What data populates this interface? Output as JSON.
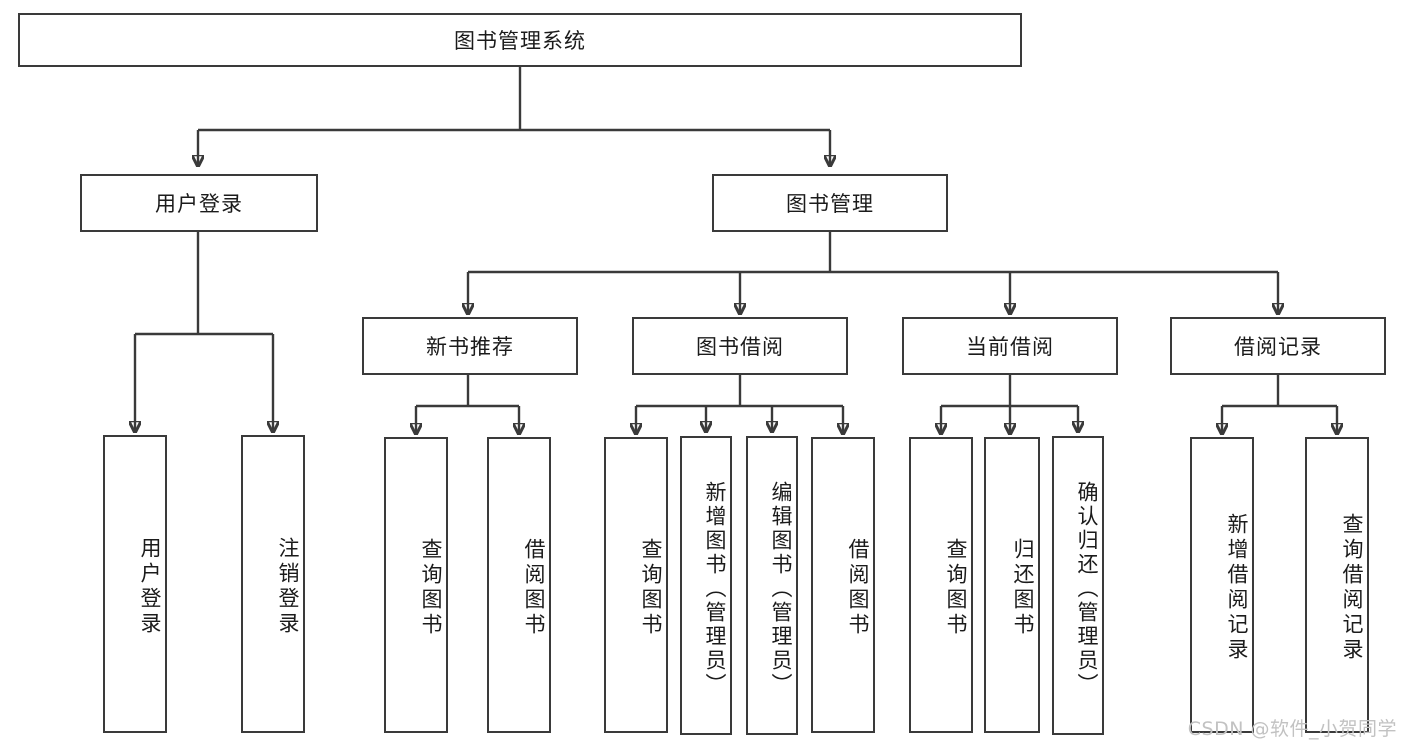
{
  "diagram": {
    "title": "图书管理系统",
    "type": "tree-hierarchy-chart",
    "watermark": "CSDN @软件_小贺同学",
    "colors": {
      "stroke": "#3a3a3a",
      "text": "#1b1b1b",
      "background": "#ffffff",
      "watermark": "#c2c2c2"
    },
    "root": {
      "label": "图书管理系统"
    },
    "level2": [
      {
        "label": "用户登录"
      },
      {
        "label": "图书管理"
      }
    ],
    "level3": [
      {
        "label": "新书推荐"
      },
      {
        "label": "图书借阅"
      },
      {
        "label": "当前借阅"
      },
      {
        "label": "借阅记录"
      }
    ],
    "leaves": {
      "user_login": [
        {
          "label": "用户登录"
        },
        {
          "label": "注销登录"
        }
      ],
      "new_book": [
        {
          "label": "查询图书"
        },
        {
          "label": "借阅图书"
        }
      ],
      "book_borrow": [
        {
          "label": "查询图书"
        },
        {
          "label": "新增图书（管理员）"
        },
        {
          "label": "编辑图书（管理员）"
        },
        {
          "label": "借阅图书"
        }
      ],
      "current_borrow": [
        {
          "label": "查询图书"
        },
        {
          "label": "归还图书"
        },
        {
          "label": "确认归还（管理员）"
        }
      ],
      "borrow_record": [
        {
          "label": "新增借阅记录"
        },
        {
          "label": "查询借阅记录"
        }
      ]
    }
  }
}
